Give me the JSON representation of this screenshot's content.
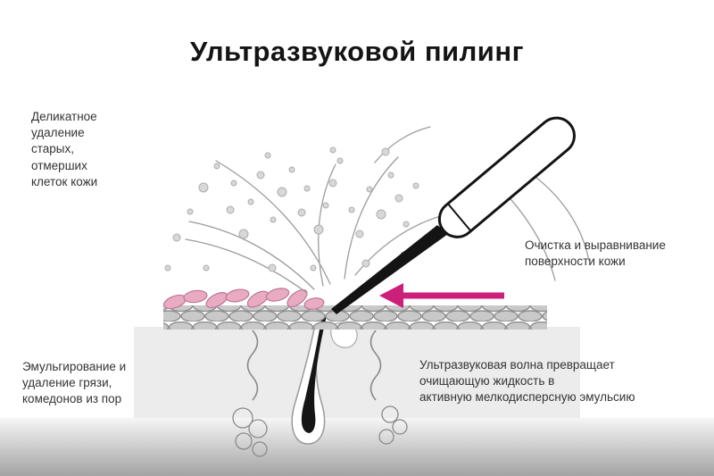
{
  "title": "Ультразвуковой пилинг",
  "labels": {
    "top_left": "Деликатное\nудаление\nстарых,\nотмерших\nклеток кожи",
    "right": "Очистка и выравнивание\nповерхности кожи",
    "bottom_left": "Эмульгирование и\nудаление грязи,\nкомедонов из пор",
    "bottom_right": "Ультразвуковая волна превращает\nочищающую жидкость в\nактивную мелкодисперсную эмульсию"
  },
  "colors": {
    "accent_pink": "#cc1f7a",
    "cell_pink": "#e9abc2",
    "cell_pink_stroke": "#bc7697",
    "skin_gray": "#c9c9c9",
    "skin_stroke": "#8f8f8f",
    "dermis_gray": "#ececec",
    "gradient_bottom": "#a3a3a3",
    "ink": "#141414",
    "text": "#333333",
    "line_gray": "#9c9c9c"
  }
}
